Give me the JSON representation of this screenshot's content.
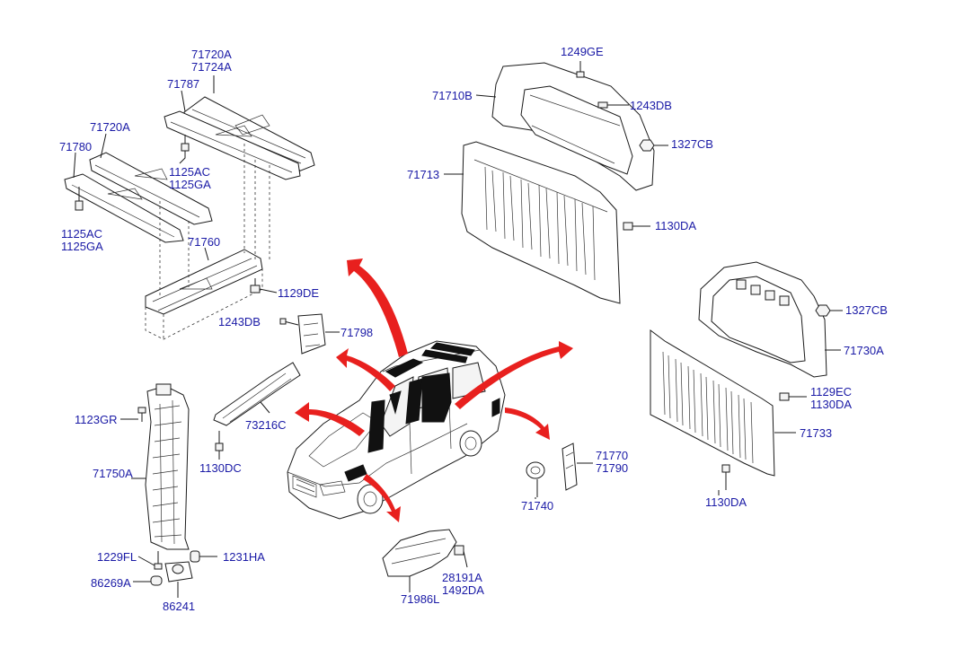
{
  "diagram": {
    "labels": {
      "l71720a_71724a_1": "71720A",
      "l71720a_71724a_2": "71724A",
      "l71787": "71787",
      "l71720a": "71720A",
      "l71780": "71780",
      "l1125ac_1125ga_top_1": "1125AC",
      "l1125ac_1125ga_top_2": "1125GA",
      "l1125ac_1125ga_left_1": "1125AC",
      "l1125ac_1125ga_left_2": "1125GA",
      "l71760": "71760",
      "l1129de": "1129DE",
      "l1243db_left": "1243DB",
      "l71798": "71798",
      "l1123gr": "1123GR",
      "l73216c": "73216C",
      "l1130dc": "1130DC",
      "l71750a": "71750A",
      "l1229fl": "1229FL",
      "l1231ha": "1231HA",
      "l86269a": "86269A",
      "l86241": "86241",
      "l1249ge": "1249GE",
      "l71710b": "71710B",
      "l1243db_right": "1243DB",
      "l1327cb_top": "1327CB",
      "l71713": "71713",
      "l1130da_top": "1130DA",
      "l1327cb_right": "1327CB",
      "l71730a": "71730A",
      "l1129ec_1130da_1": "1129EC",
      "l1129ec_1130da_2": "1130DA",
      "l71733": "71733",
      "l1130da_bottom": "1130DA",
      "l71770_71790_1": "71770",
      "l71770_71790_2": "71790",
      "l71740": "71740",
      "l28191a_1492da_1": "28191A",
      "l28191a_1492da_2": "1492DA",
      "l71986l": "71986L"
    },
    "colors": {
      "label_text": "#1a1aa6",
      "arrow": "#e8201e",
      "line": "#1a1a1a"
    }
  }
}
